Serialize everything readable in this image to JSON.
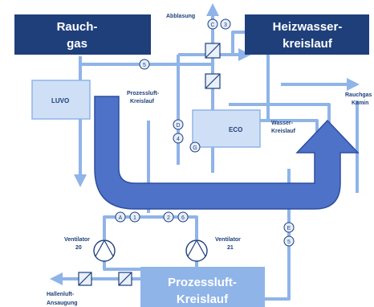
{
  "colors": {
    "navy": "#1e3f7a",
    "pipe": "#8fb4e8",
    "pipe_dark": "#6f97d6",
    "flow_fill": "#4f72c9",
    "flow_stroke": "#2d4f9e",
    "box_fill": "#cfe0f6",
    "valve_fill": "#e8f0fb",
    "bubble_fill": "#e6eefb",
    "text": "#1e3f7a",
    "white": "#ffffff"
  },
  "boxes": {
    "rauchgas_line1": "Rauch-",
    "rauchgas_line2": "gas",
    "heizwasser_line1": "Heizwasser-",
    "heizwasser_line2": "kreislauf",
    "prozessluft_big_line1": "Prozessluft-",
    "prozessluft_big_line2": "Kreislauf",
    "luvo": "LUVO",
    "eco": "ECO"
  },
  "labels": {
    "abblasung": "Abblasung",
    "prozessluft_line1": "Prozessluft-",
    "prozessluft_line2": "Kreislauf",
    "wasser_line1": "Wasser-",
    "wasser_line2": "Kreislauf",
    "rauchgas_kamin_line1": "Rauchgas",
    "rauchgas_kamin_line2": "Kamin",
    "ventilator20_line1": "Ventilator",
    "ventilator20_line2": "20",
    "ventilator21_line1": "Ventilator",
    "ventilator21_line2": "21",
    "hallenluft_line1": "Hallenluft-",
    "hallenluft_line2": "Ansaugung"
  },
  "markers": {
    "c": "C",
    "three": "3",
    "five": "5",
    "d": "D",
    "four": "4",
    "g": "G",
    "a": "A",
    "one": "1",
    "two": "2",
    "six": "6",
    "e": "E",
    "five_lower": "5"
  }
}
